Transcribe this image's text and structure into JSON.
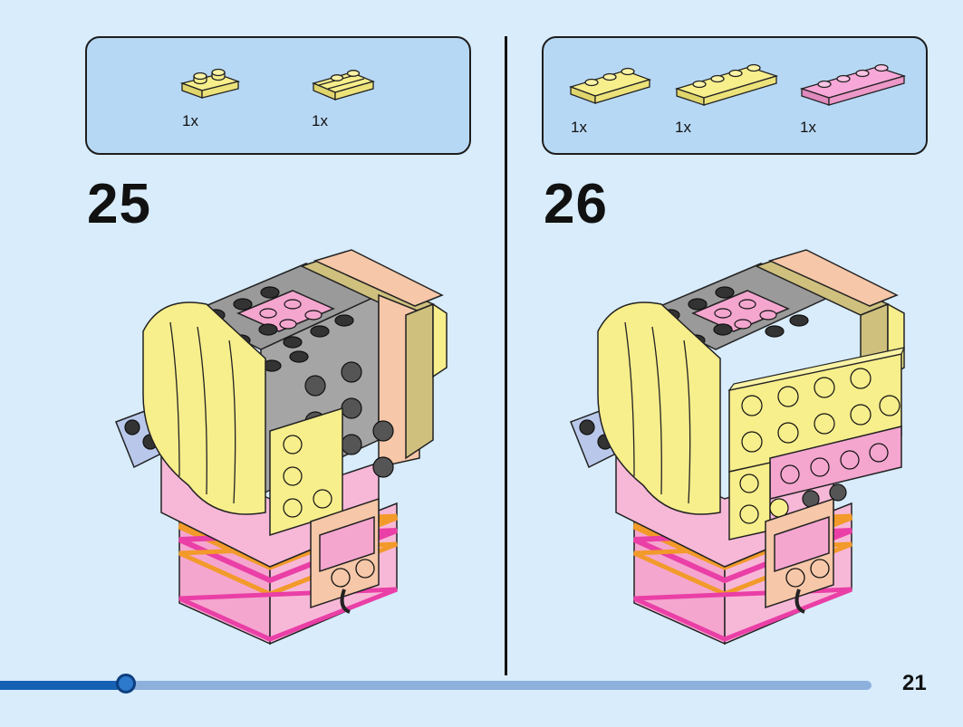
{
  "steps": [
    {
      "number": "25",
      "parts": [
        {
          "qty": "1x",
          "name": "plate-1x2",
          "color": "#f7ee8c"
        },
        {
          "qty": "1x",
          "name": "plate-1x2-rail",
          "color": "#f7ee8c"
        }
      ]
    },
    {
      "number": "26",
      "parts": [
        {
          "qty": "1x",
          "name": "plate-1x3",
          "color": "#f7ee8c"
        },
        {
          "qty": "1x",
          "name": "plate-1x4",
          "color": "#f7ee8c"
        },
        {
          "qty": "1x",
          "name": "plate-1x4",
          "color": "#f7a8d8"
        }
      ]
    }
  ],
  "page_number": "21",
  "progress": 0.145,
  "colors": {
    "background": "#d8ecfb",
    "parts_box": "#b7d8f4",
    "progress_track": "#8db0dd",
    "progress_fill": "#1560b2"
  }
}
